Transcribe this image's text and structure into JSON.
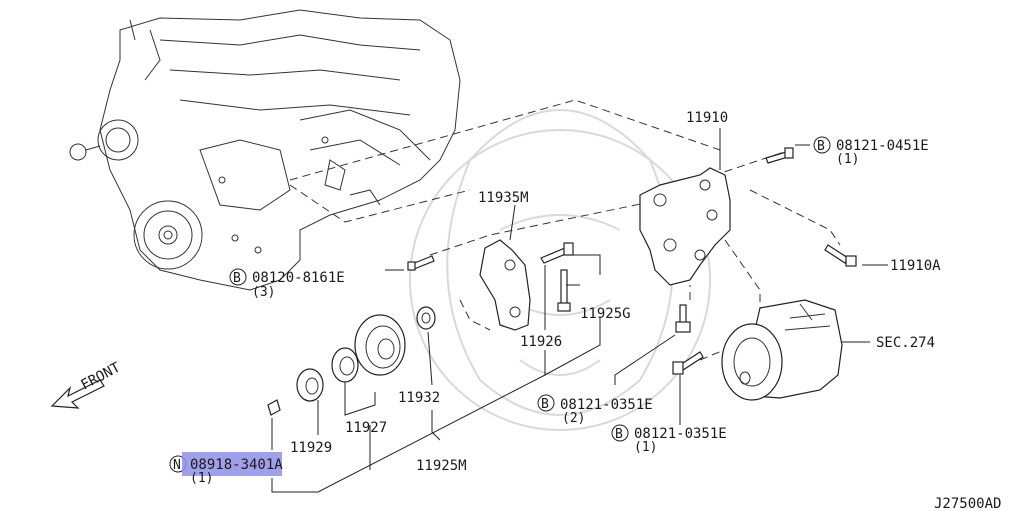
{
  "colors": {
    "ink": "#1a1a1a",
    "highlight": "#8f8fe6",
    "watermark": "#d9d9d9"
  },
  "labels": {
    "p11910": "11910",
    "p08121_0451E": "08121-0451E",
    "p08121_0451E_qty": "(1)",
    "p11935M": "11935M",
    "p11910A": "11910A",
    "p08120_8161E": "08120-8161E",
    "p08120_8161E_qty": "(3)",
    "p11925G": "11925G",
    "p11926": "11926",
    "sec274": "SEC.274",
    "front": "FRONT",
    "p11932": "11932",
    "p08121_0351E_a": "08121-0351E",
    "p08121_0351E_a_qty": "(2)",
    "p08121_0351E_b": "08121-0351E",
    "p08121_0351E_b_qty": "(1)",
    "p11929": "11929",
    "p11927": "11927",
    "p11925M": "11925M",
    "p08918_3401A": "08918-3401A",
    "p08918_3401A_qty": "(1)",
    "diagram_code": "J27500AD"
  },
  "circle_marks": {
    "B": "B",
    "N": "N"
  }
}
